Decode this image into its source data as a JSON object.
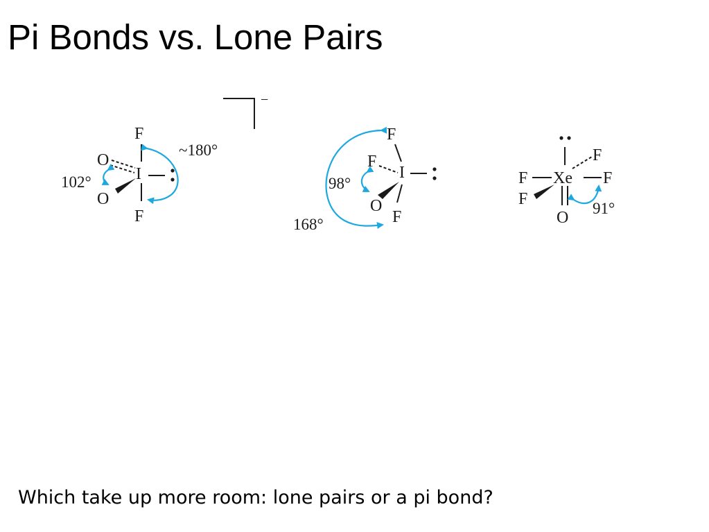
{
  "slide": {
    "title": "Pi Bonds vs. Lone Pairs",
    "question": "Which take up more room: lone pairs or a pi bond?"
  },
  "molecule_1": {
    "atoms": {
      "center": "I",
      "top": "F",
      "bottom": "F",
      "upper_left": "O",
      "lower_left": "O"
    },
    "charge": "−",
    "angle_axial": "~180°",
    "angle_oxygen": "102°"
  },
  "molecule_2": {
    "atoms": {
      "center": "I",
      "top": "F",
      "left": "F",
      "bottom": "F",
      "wedge": "O"
    },
    "angle_small": "98°",
    "angle_large": "168°"
  },
  "molecule_3": {
    "atoms": {
      "center": "Xe",
      "left": "F",
      "right": "F",
      "upper_right": "F",
      "wedge": "F",
      "bottom": "O"
    },
    "angle": "91°"
  },
  "colors": {
    "angle_arrows": "#1ea8e0",
    "text": "#000000"
  }
}
